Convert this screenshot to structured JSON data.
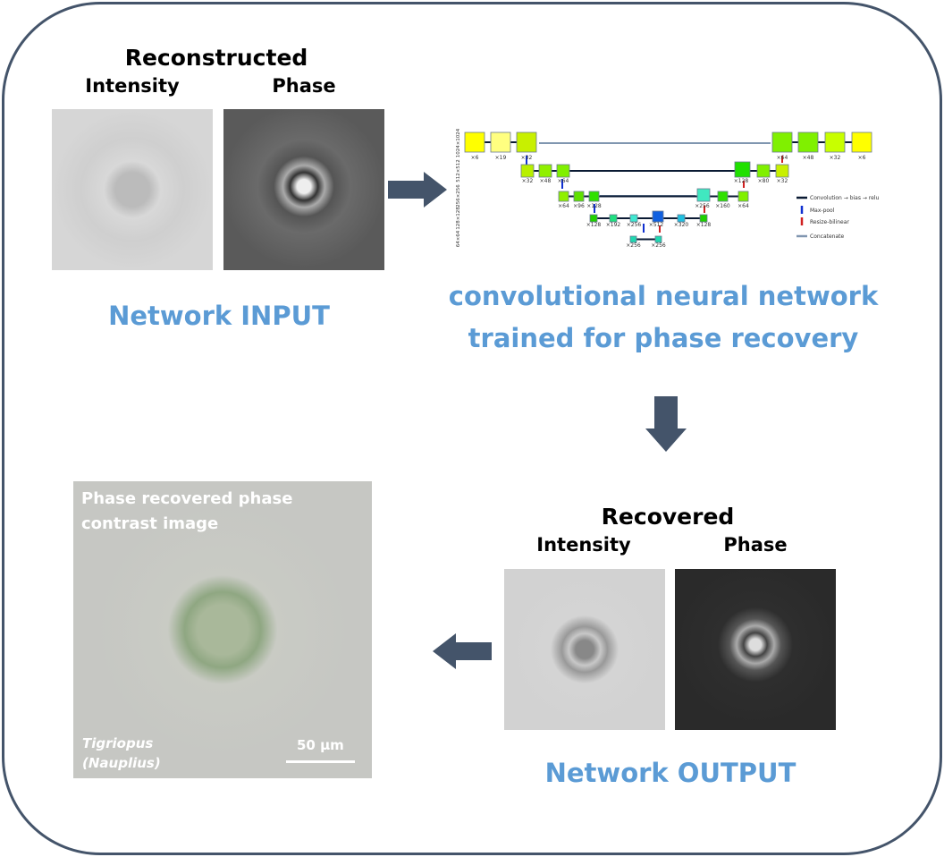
{
  "input": {
    "title": "Reconstructed",
    "intensity_label": "Intensity",
    "phase_label": "Phase",
    "caption": "Network INPUT"
  },
  "network": {
    "caption_line1": "convolutional neural network",
    "caption_line2": "trained for phase recovery",
    "resolutions": [
      "1024×1024",
      "512×512",
      "256×256",
      "128×128",
      "64×64"
    ],
    "row1": [
      "×6",
      "×19",
      "×32",
      "×64",
      "×48",
      "×32",
      "×6"
    ],
    "row2": [
      "×32",
      "×48",
      "×64",
      "×128",
      "×80",
      "×32"
    ],
    "row3": [
      "×64",
      "×96",
      "×128",
      "×256",
      "×160",
      "×64"
    ],
    "row4": [
      "×128",
      "×192",
      "×256",
      "×512",
      "×320",
      "×128"
    ],
    "row5": [
      "×256",
      "×256"
    ],
    "legend": [
      "Convolution → bias → relu",
      "Max-pool",
      "Resize-bilinear",
      "Concatenate"
    ]
  },
  "output": {
    "title": "Recovered",
    "intensity_label": "Intensity",
    "phase_label": "Phase",
    "caption": "Network OUTPUT"
  },
  "result": {
    "title_line1": "Phase recovered phase",
    "title_line2": "contrast image",
    "species": "Tigriopus",
    "stage": "(Nauplius)",
    "scale_bar": "50 µm"
  },
  "colors": {
    "frame": "#44546a",
    "caption": "#5b9bd5",
    "arrow": "#44546a"
  }
}
